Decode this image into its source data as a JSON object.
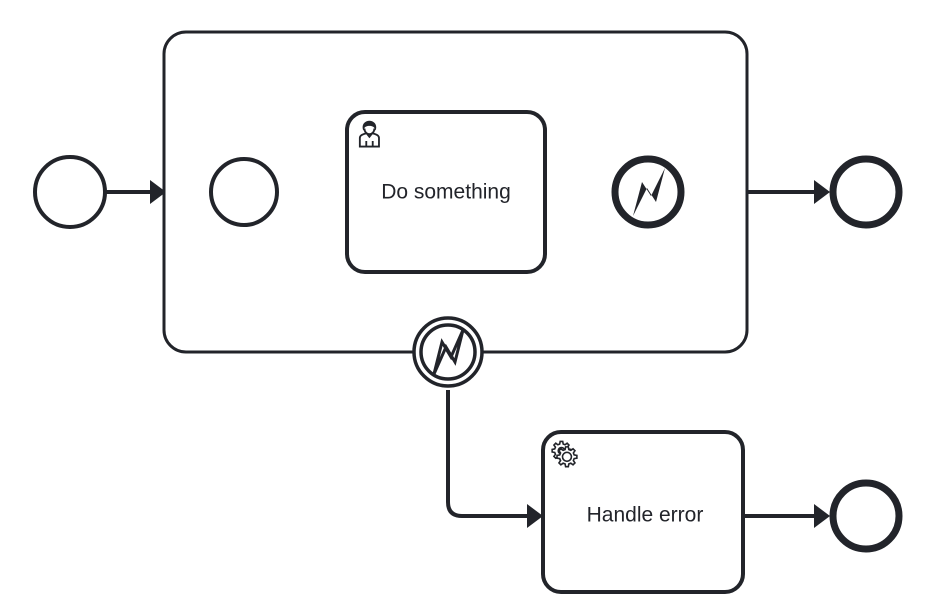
{
  "diagram": {
    "type": "bpmn-process",
    "title": "BPMN error handling process",
    "background_color": "#ffffff",
    "stroke_color": "#22242a",
    "fill_color": "#ffffff"
  },
  "nodes": {
    "outer_start_event": {
      "label": "",
      "kind": "start-event",
      "icon": "none"
    },
    "subprocess": {
      "label": "",
      "kind": "embedded-subprocess"
    },
    "inner_start_event": {
      "label": "",
      "kind": "start-event",
      "icon": "none"
    },
    "do_something_task": {
      "label": "Do something",
      "kind": "user-task",
      "icon": "user-icon"
    },
    "error_end_event": {
      "label": "",
      "kind": "error-end-event",
      "icon": "lightning-bolt-filled-icon"
    },
    "boundary_error_event": {
      "label": "",
      "kind": "boundary-error-event",
      "icon": "lightning-bolt-outline-icon"
    },
    "handle_error_task": {
      "label": "Handle error",
      "kind": "service-task",
      "icon": "gear-icon"
    },
    "main_end_event": {
      "label": "",
      "kind": "end-event",
      "icon": "none"
    },
    "error_path_end_event": {
      "label": "",
      "kind": "end-event",
      "icon": "none"
    }
  },
  "flows": {
    "start_to_subprocess": {
      "label": ""
    },
    "inner_start_to_task": {
      "label": ""
    },
    "task_to_error_end": {
      "label": ""
    },
    "subprocess_to_end": {
      "label": ""
    },
    "boundary_to_handle_error": {
      "label": ""
    },
    "handle_error_to_end": {
      "label": ""
    }
  }
}
